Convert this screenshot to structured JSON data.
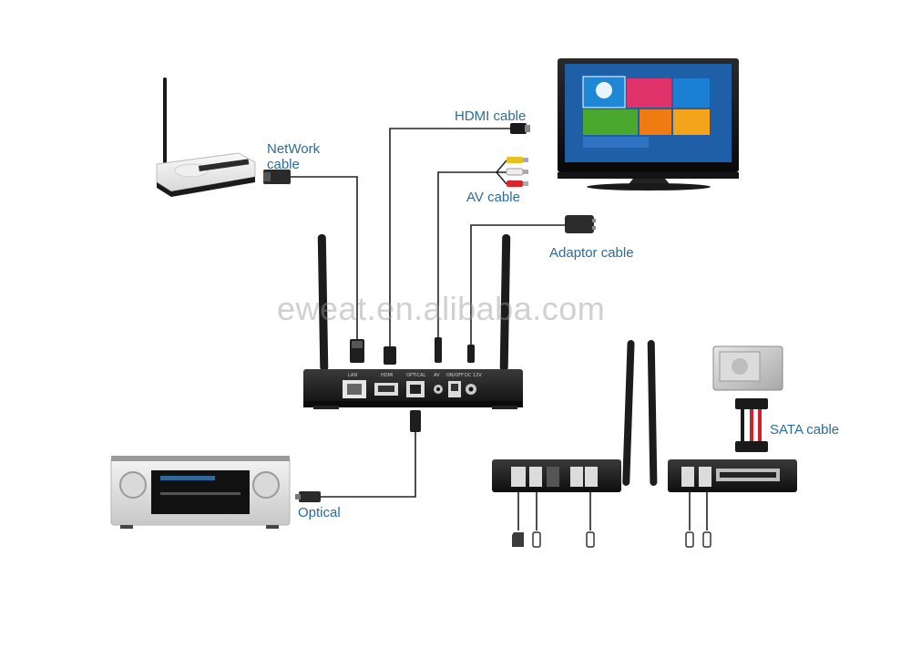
{
  "labels": {
    "network_cable": "NetWork\ncable",
    "hdmi_cable": "HDMI cable",
    "av_cable": "AV cable",
    "adaptor_cable": "Adaptor cable",
    "sata_cable": "SATA cable",
    "optical": "Optical"
  },
  "watermark": "eweat.en.alibaba.com",
  "ports": {
    "lan": "LAN",
    "hdmi": "HDMI",
    "optical": "OPTICAL",
    "av": "AV",
    "on_off": "ON/OFF",
    "dc": "DC 12V"
  },
  "colors": {
    "label_blue": "#2d6b9a",
    "cable": "#222222",
    "device_black": "#1a1a1a",
    "tv_screen_blue": "#1f5fa8",
    "sata_red": "#d21f2a"
  },
  "icons": [
    "router-icon",
    "tv-icon",
    "receiver-icon",
    "hdd-icon",
    "usb-stick-icon",
    "sd-card-icon"
  ]
}
